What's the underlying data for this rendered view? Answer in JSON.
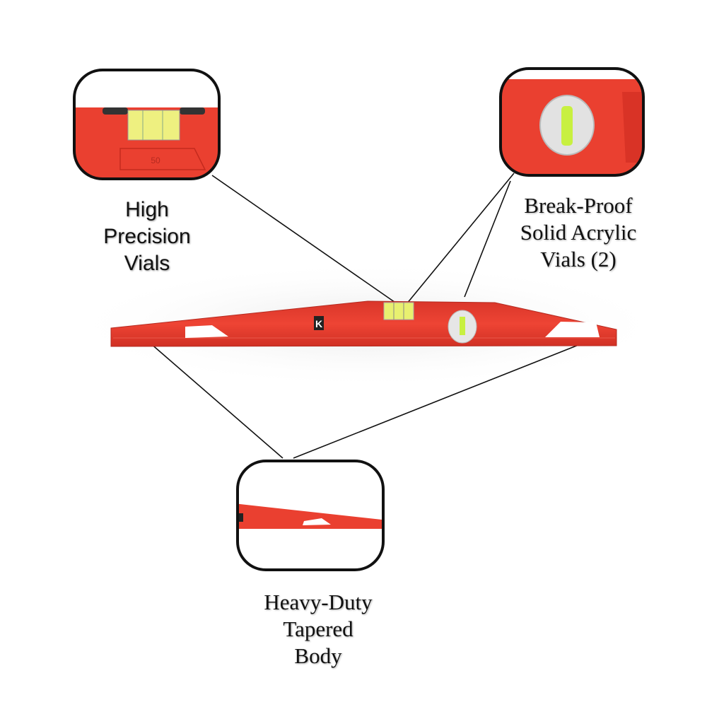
{
  "callouts": {
    "vials": {
      "lines": [
        "High",
        "Precision",
        "Vials"
      ]
    },
    "acrylic": {
      "lines": [
        "Break-Proof",
        "Solid Acrylic",
        "Vials (2)"
      ]
    },
    "body": {
      "lines": [
        "Heavy-Duty",
        "Tapered",
        "Body"
      ]
    }
  },
  "level": {
    "brand_mark": "K",
    "embossed_number": "50"
  },
  "colors": {
    "body_red": "#e53a2c",
    "vial_yellow": "#e8f070",
    "outline": "#111111"
  }
}
